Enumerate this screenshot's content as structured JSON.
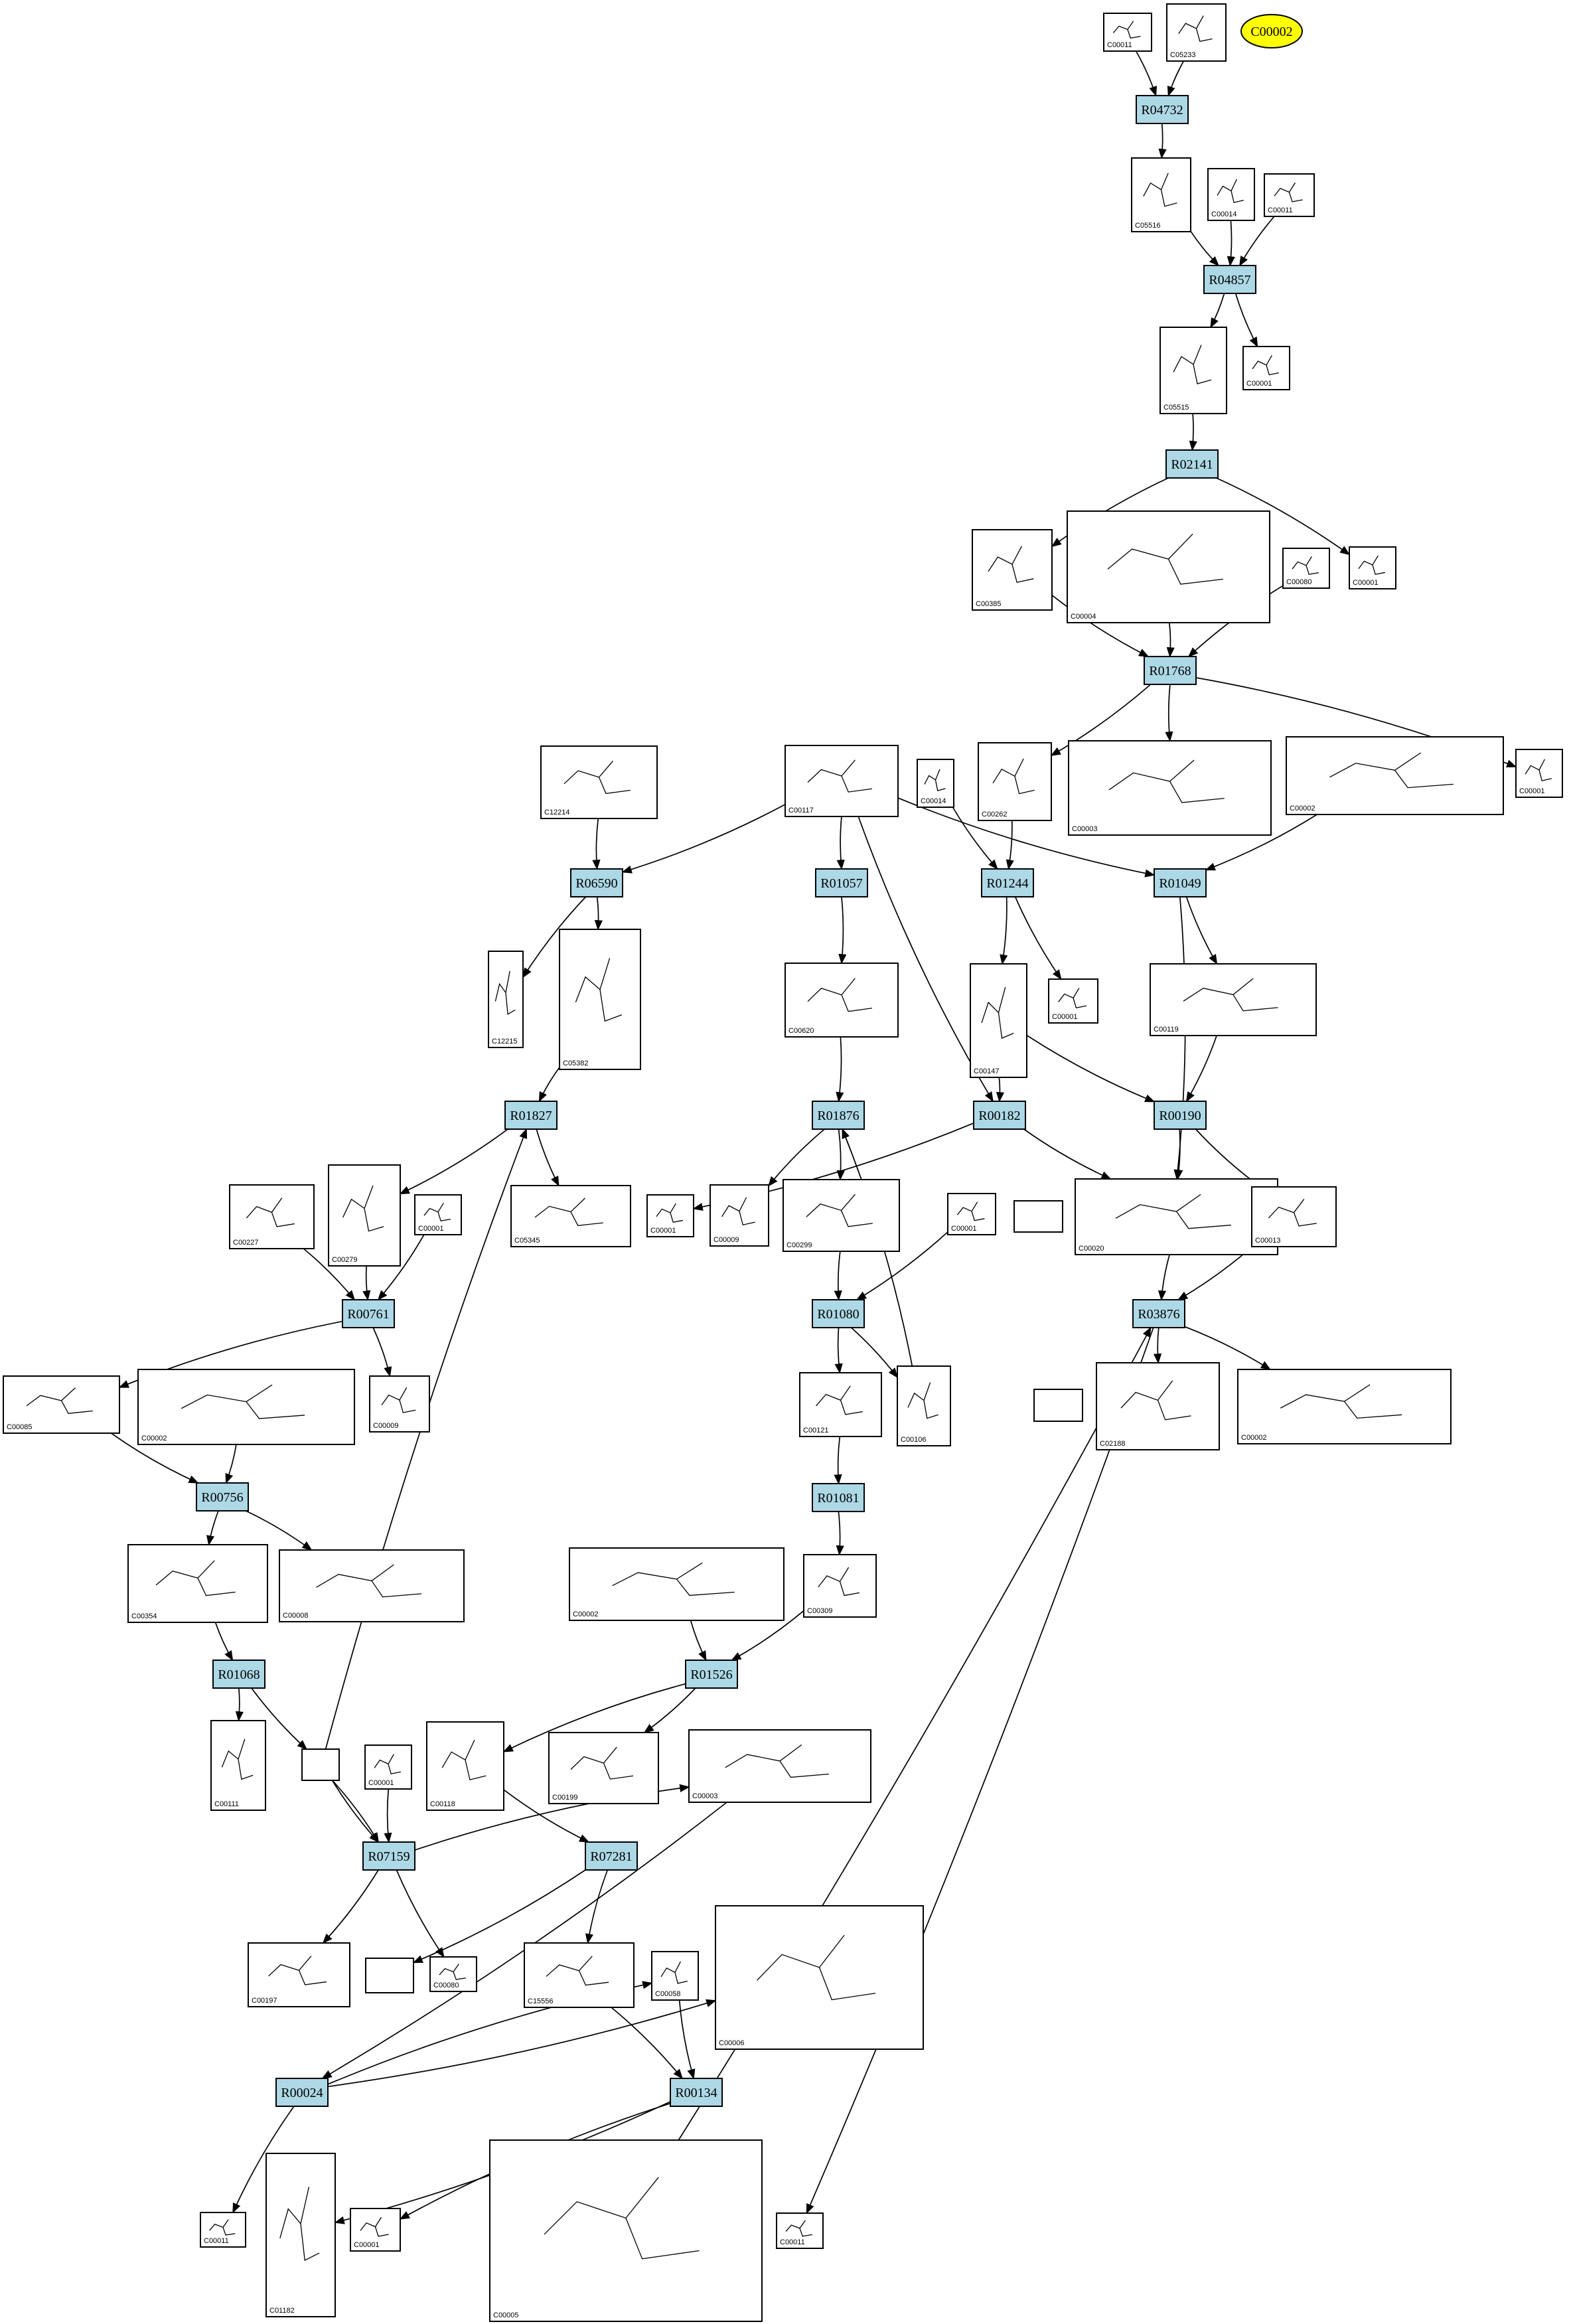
{
  "diagram": {
    "highlight": {
      "label": "C00002",
      "fill": "#ffff00"
    },
    "reactions": [
      "R04732",
      "R04857",
      "R02141",
      "R01768",
      "R06590",
      "R01057",
      "R01244",
      "R01049",
      "R01827",
      "R01876",
      "R00182",
      "R00190",
      "R00761",
      "R01080",
      "R03876",
      "R00756",
      "R01081",
      "R01068",
      "R01526",
      "R07159",
      "R07281",
      "R00024",
      "R00134"
    ],
    "compound_ids": [
      "C00011",
      "C05233",
      "C05516",
      "C00014",
      "C00011",
      "C00001",
      "C05515",
      "C00385",
      "C00004",
      "C00080",
      "C00001",
      "C12214",
      "C00117",
      "C00014",
      "C00262",
      "C00003",
      "C00002",
      "C00001",
      "C12215",
      "C05382",
      "C00620",
      "C00001",
      "C00147",
      "C00119",
      "C00227",
      "C00279",
      "C00001",
      "C05345",
      "C00001",
      "C00009",
      "C00299",
      "C00001",
      "C00020",
      "C00013",
      "C00085",
      "C00002",
      "C00009",
      "C00121",
      "C00106",
      "C02188",
      "C00002",
      "C00354",
      "C00008",
      "C00002",
      "C00309",
      "C00111",
      "C00001",
      "C00118",
      "C00199",
      "C00003",
      "C00197",
      "C00080",
      "C15556",
      "C00058",
      "C00006",
      "C00011",
      "C01182",
      "C00001",
      "C00005",
      "C00011"
    ],
    "edge_color": "#000000",
    "reaction_fill": "#add8e6"
  }
}
